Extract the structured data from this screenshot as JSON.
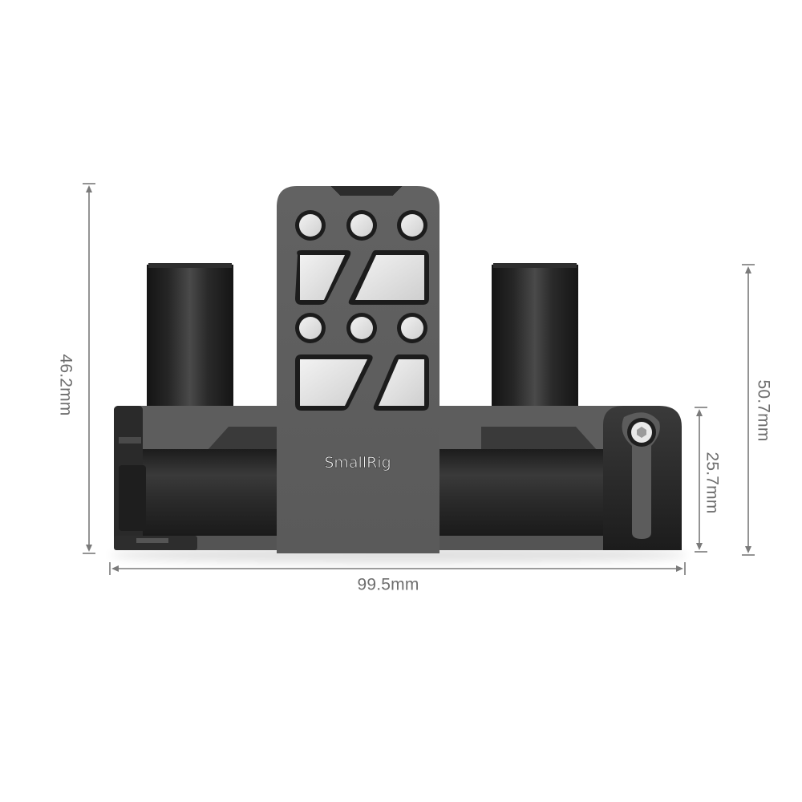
{
  "product": {
    "brand": "SmallRig",
    "description": "Rod clamp mount with cheese plate and two 15mm rods, dimension diagram"
  },
  "dimensions": {
    "left_height": {
      "value": 46.2,
      "unit": "mm",
      "label": "46.2mm"
    },
    "right_outer_height": {
      "value": 50.7,
      "unit": "mm",
      "label": "50.7mm"
    },
    "right_inner_height": {
      "value": 25.7,
      "unit": "mm",
      "label": "25.7mm"
    },
    "width": {
      "value": 99.5,
      "unit": "mm",
      "label": "99.5mm"
    }
  },
  "colors": {
    "background": "#ffffff",
    "dimension_line": "#7a7a7a",
    "dimension_text": "#6e6e6e",
    "plate_gray": "#5f5f5f",
    "body_dark": "#2b2b2b",
    "rod_black": "#1e1e1e",
    "hole_fill": "#e6e6e6"
  }
}
